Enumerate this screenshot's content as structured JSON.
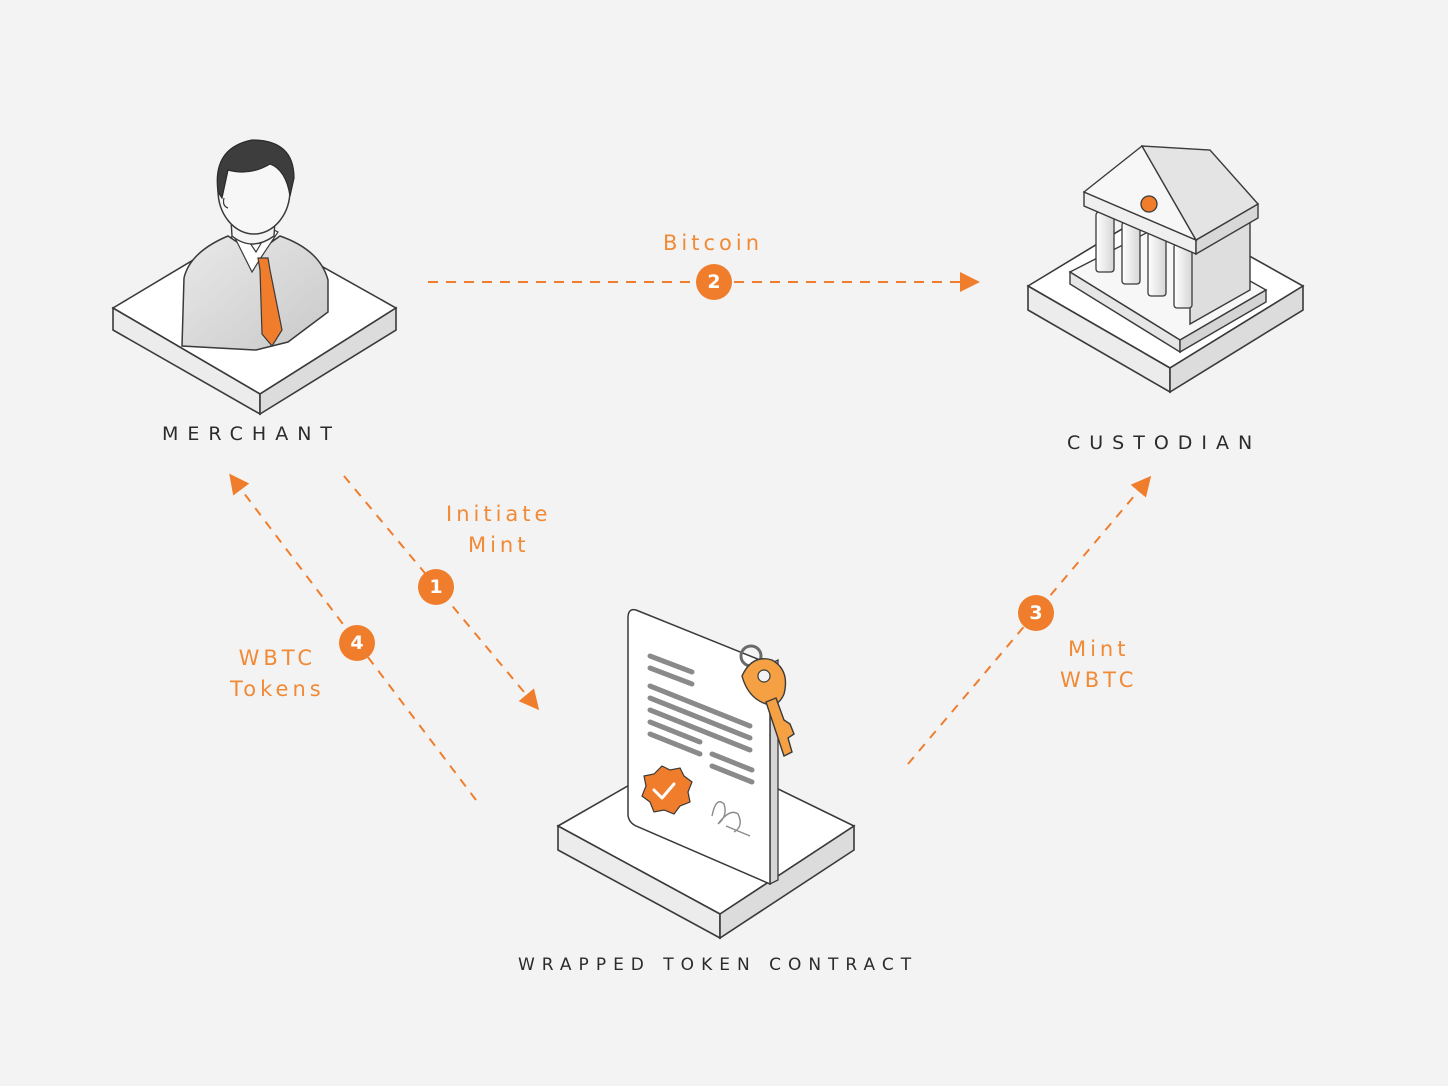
{
  "nodes": {
    "merchant": {
      "label": "MERCHANT",
      "icon": "merchant-person-icon"
    },
    "custodian": {
      "label": "CUSTODIAN",
      "icon": "bank-building-icon"
    },
    "contract": {
      "label": "WRAPPED TOKEN CONTRACT",
      "icon": "contract-document-icon"
    }
  },
  "flows": [
    {
      "step": "1",
      "label_line1": "Initiate",
      "label_line2": "Mint"
    },
    {
      "step": "2",
      "label_line1": "Bitcoin"
    },
    {
      "step": "3",
      "label_line1": "Mint",
      "label_line2": "WBTC"
    },
    {
      "step": "4",
      "label_line1": "WBTC",
      "label_line2": "Tokens"
    }
  ],
  "colors": {
    "accent": "#f07d2c",
    "background": "#f3f3f3",
    "text": "#2b2b2b"
  }
}
